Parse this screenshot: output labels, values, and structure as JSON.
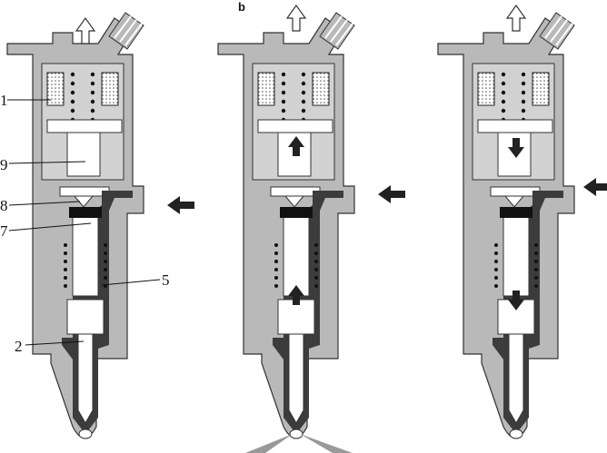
{
  "panel_labels": {
    "b": "b"
  },
  "part_labels": {
    "p1": "1",
    "p9": "9",
    "p8": "8",
    "p7": "7",
    "p5": "5",
    "p2": "2"
  },
  "colors": {
    "body": "#b9b9b9",
    "fuel": "#3c3c3c",
    "metal": "#ffffff",
    "dark": "#222222",
    "spring": "#111111"
  },
  "icons": {
    "top_arrow": "outlet-arrow-icon",
    "inlet": "inlet-arrow-icon",
    "motion_up": "arrow-up-icon",
    "motion_down": "arrow-down-icon"
  }
}
